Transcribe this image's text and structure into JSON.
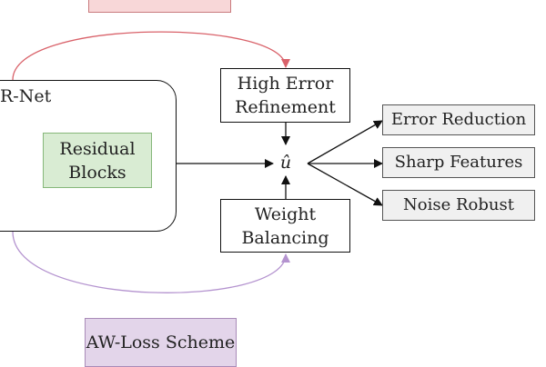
{
  "diagram": {
    "network_label": "R-Net",
    "residual_blocks": "Residual\nBlocks",
    "high_error_refinement": "High Error\nRefinement",
    "weight_balancing": "Weight\nBalancing",
    "output_symbol": "û",
    "outputs": [
      "Error Reduction",
      "Sharp Features",
      "Noise Robust"
    ],
    "aw_loss_scheme": "AW-Loss Scheme"
  },
  "colors": {
    "red_arrow": "#d9626a",
    "purple_arrow": "#b493cf",
    "red_box_fill": "#f8d7d8",
    "green_box_fill": "#d9ecd3",
    "purple_box_fill": "#e3d5ea",
    "output_box_fill": "#f0f0f0"
  }
}
